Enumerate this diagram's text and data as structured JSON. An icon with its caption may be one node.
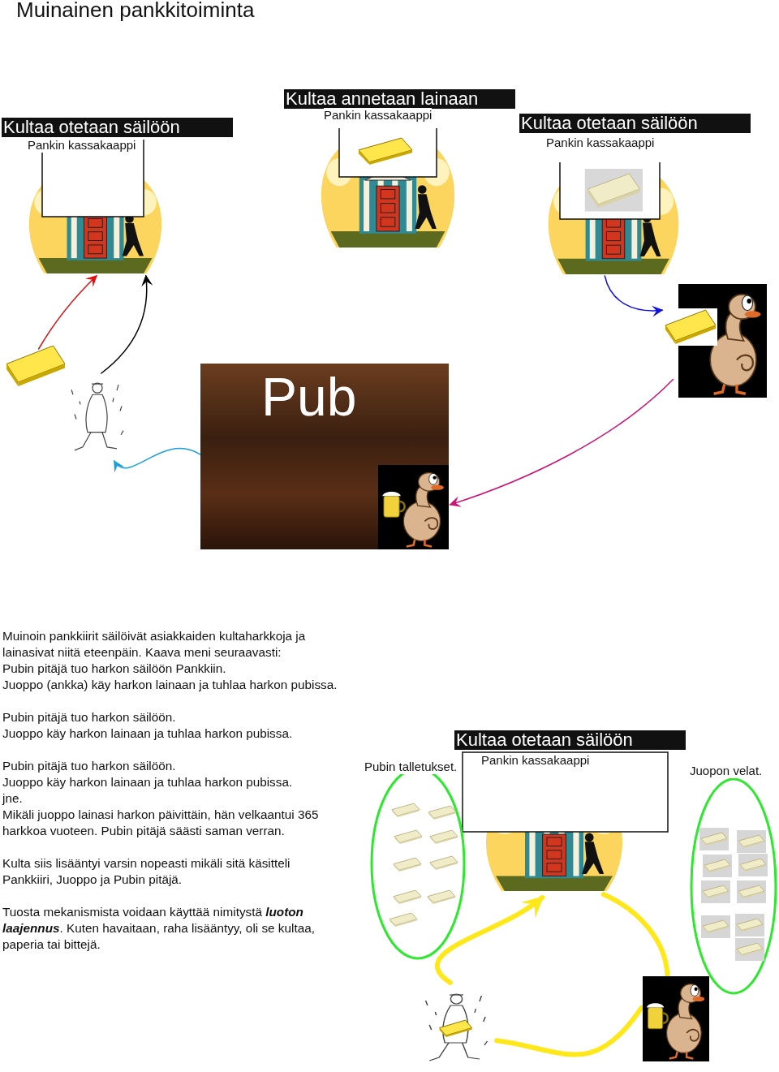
{
  "diagram": {
    "title": "Muinainen pankkitoiminta",
    "nodes": [
      {
        "text": [
          "Kultaa otetaan säilöön",
          "Pankin kassakaappi"
        ]
      },
      {
        "text": [
          "Kultaa annetaan lainaan",
          "Pankin kassakaappi"
        ]
      },
      {
        "text": [
          "Kultaa otetaan säilöön",
          "Pankin kassakaappi"
        ]
      },
      {
        "text": [],
        "shape": "picture"
      },
      {
        "text": [],
        "shape": "picture"
      },
      {
        "text": [],
        "shape": "picture"
      },
      {
        "text": [
          "Pub"
        ]
      },
      {
        "text": [],
        "shape": "picture",
        "in": 6
      },
      {
        "text": [
          "Kultaa otetaan säilöön",
          "Pankin kassakaappi"
        ]
      },
      {
        "text": [
          "Pubin talletukset."
        ]
      },
      {
        "text": [
          "Juopon velat."
        ]
      },
      {
        "text": [],
        "shape": "picture"
      },
      {
        "text": [],
        "shape": "picture"
      }
    ],
    "edges": [
      {
        "from": 3,
        "to": 0,
        "arrow": "to",
        "color": "#dd1111"
      },
      {
        "from": 4,
        "to": 0,
        "arrow": "to",
        "color": "#000000"
      },
      {
        "from": 2,
        "to": 5,
        "arrow": "to",
        "color": "#1111dd"
      },
      {
        "from": 6,
        "to": 4,
        "arrow": "to",
        "color": "#1a9fd6"
      },
      {
        "from": 5,
        "to": 7,
        "arrow": "to",
        "color": "#cc1177"
      },
      {
        "from": 11,
        "to": 8,
        "arrow": "to",
        "style": "thick",
        "color": "#ffe81a"
      },
      {
        "from": 8,
        "to": 12,
        "arrow": "none",
        "style": "thick",
        "color": "#ffe81a"
      },
      {
        "from": 12,
        "to": 11,
        "arrow": "none",
        "style": "thick",
        "color": "#ffe81a"
      }
    ],
    "labels": [
      "Muinoin pankkiirit säilöivät asiakkaiden kultaharkkoja ja lainasivat niitä eteenpäin. Kaava meni seuraavasti:",
      "Pubin pitäjä tuo harkon säilöön Pankkiin.",
      "Juoppo (ankka) käy harkon lainaan ja tuhlaa harkon pubissa.",
      "Pubin pitäjä tuo harkon säilöön.",
      "Juoppo käy harkon lainaan ja tuhlaa harkon pubissa.",
      "Pubin pitäjä tuo harkon säilöön.",
      "Juoppo käy harkon lainaan ja tuhlaa harkon pubissa.",
      "jne.",
      "Mikäli juoppo lainasi harkon päivittäin, hän velkaantui 365 harkkoa vuoteen. Pubin pitäjä säästi saman verran.",
      "Kulta siis lisääntyi varsin nopeasti mikäli sitä käsitteli Pankkiiri, Juoppo ja Pubin pitäjä.",
      "Tuosta mekanismista voidaan käyttää nimitystä **luoton laajennus**. Kuten havaitaan, raha lisääntyy, oli se kultaa, paperia tai bittejä."
    ]
  }
}
